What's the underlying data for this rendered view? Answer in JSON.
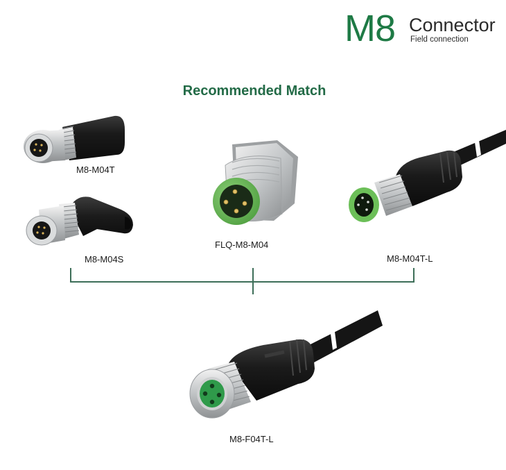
{
  "header": {
    "series": "M8",
    "title": "Connector",
    "subtitle": "Field connection"
  },
  "section": {
    "title": "Recommended Match"
  },
  "products": [
    {
      "model": "M8-M04T",
      "type": "straight-male-field-connector",
      "image_icon": "m8-straight-male-connector-image"
    },
    {
      "model": "M8-M04S",
      "type": "angled-male-field-connector",
      "image_icon": "m8-angled-male-connector-image"
    },
    {
      "model": "FLQ-M8-M04",
      "type": "panel-mount-male-socket",
      "image_icon": "m8-panel-mount-connector-image"
    },
    {
      "model": "M8-M04T-L",
      "type": "male-cable-connector",
      "image_icon": "m8-male-cable-connector-image"
    },
    {
      "model": "M8-F04T-L",
      "type": "female-cable-connector",
      "image_icon": "m8-female-cable-connector-image"
    }
  ],
  "colors": {
    "brand_green": "#1e7a45",
    "section_green": "#236b47",
    "bracket_line": "#3d6e58",
    "insert_green": "#6cbf58",
    "female_insert_green": "#2f9a4a",
    "body_black": "#1c1c1c",
    "metal": "#c9ccce"
  }
}
